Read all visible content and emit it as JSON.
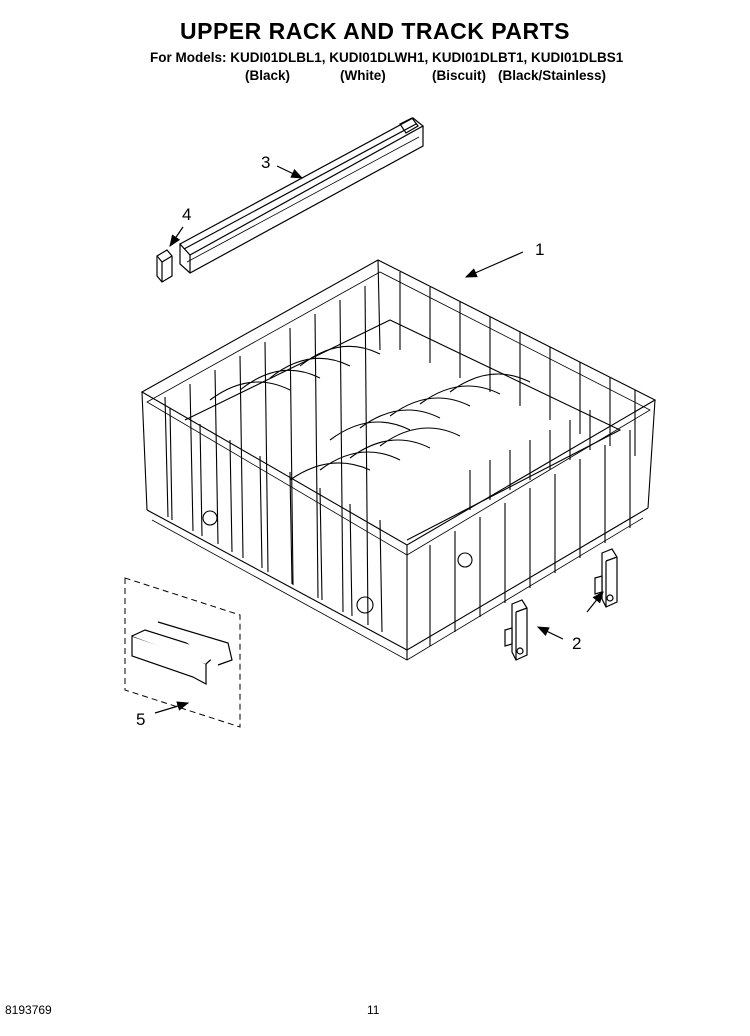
{
  "header": {
    "title": "UPPER RACK AND TRACK PARTS",
    "models_line": "For Models: KUDI01DLBL1, KUDI01DLWH1, KUDI01DLBT1, KUDI01DLBS1",
    "colors": [
      "(Black)",
      "(White)",
      "(Biscuit)",
      "(Black/Stainless)"
    ]
  },
  "callouts": [
    "1",
    "2",
    "3",
    "4",
    "5"
  ],
  "footer": {
    "doc_number": "8193769",
    "page_number": "11"
  }
}
